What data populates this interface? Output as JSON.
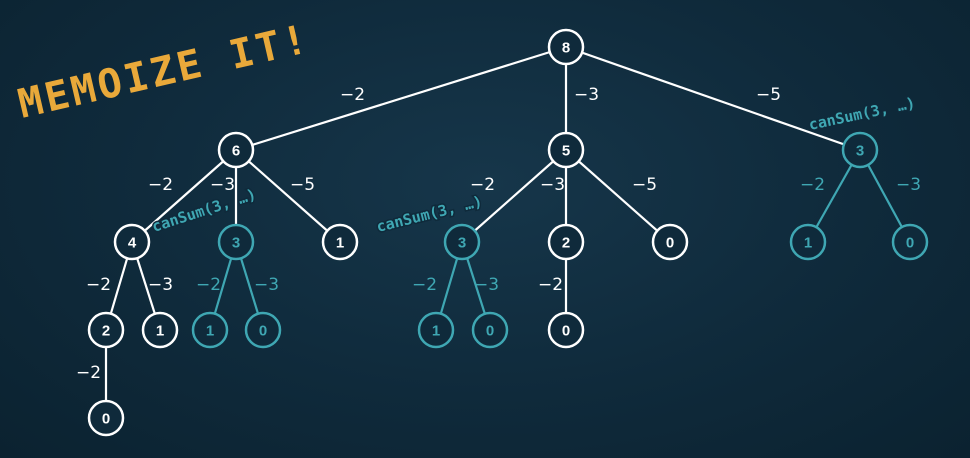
{
  "title": "MEMOIZE IT!",
  "colors": {
    "background": "#0f2a3b",
    "normal": "#ffffff",
    "memo": "#3fa7b3",
    "title": "#e9a93a"
  },
  "nodes": [
    {
      "id": "n8",
      "label": "8",
      "memo": false
    },
    {
      "id": "n6",
      "label": "6",
      "memo": false
    },
    {
      "id": "n5",
      "label": "5",
      "memo": false
    },
    {
      "id": "n3r",
      "label": "3",
      "memo": true
    },
    {
      "id": "n4",
      "label": "4",
      "memo": false
    },
    {
      "id": "n3a",
      "label": "3",
      "memo": true
    },
    {
      "id": "n1a",
      "label": "1",
      "memo": false
    },
    {
      "id": "n3b",
      "label": "3",
      "memo": true
    },
    {
      "id": "n2b",
      "label": "2",
      "memo": false
    },
    {
      "id": "n0b",
      "label": "0",
      "memo": false
    },
    {
      "id": "n1r",
      "label": "1",
      "memo": true
    },
    {
      "id": "n0r",
      "label": "0",
      "memo": true
    },
    {
      "id": "n2a",
      "label": "2",
      "memo": false
    },
    {
      "id": "n1c",
      "label": "1",
      "memo": false
    },
    {
      "id": "n1d",
      "label": "1",
      "memo": true
    },
    {
      "id": "n0d",
      "label": "0",
      "memo": true
    },
    {
      "id": "n1e",
      "label": "1",
      "memo": true
    },
    {
      "id": "n0e",
      "label": "0",
      "memo": true
    },
    {
      "id": "n0f",
      "label": "0",
      "memo": false
    },
    {
      "id": "n0g",
      "label": "0",
      "memo": false
    }
  ],
  "edges": [
    {
      "from": "n8",
      "to": "n6",
      "label": "−2",
      "memo": false
    },
    {
      "from": "n8",
      "to": "n5",
      "label": "−3",
      "memo": false
    },
    {
      "from": "n8",
      "to": "n3r",
      "label": "−5",
      "memo": false
    },
    {
      "from": "n6",
      "to": "n4",
      "label": "−2",
      "memo": false
    },
    {
      "from": "n6",
      "to": "n3a",
      "label": "−3",
      "memo": false
    },
    {
      "from": "n6",
      "to": "n1a",
      "label": "−5",
      "memo": false
    },
    {
      "from": "n5",
      "to": "n3b",
      "label": "−2",
      "memo": false
    },
    {
      "from": "n5",
      "to": "n2b",
      "label": "−3",
      "memo": false
    },
    {
      "from": "n5",
      "to": "n0b",
      "label": "−5",
      "memo": false
    },
    {
      "from": "n3r",
      "to": "n1r",
      "label": "−2",
      "memo": true
    },
    {
      "from": "n3r",
      "to": "n0r",
      "label": "−3",
      "memo": true
    },
    {
      "from": "n4",
      "to": "n2a",
      "label": "−2",
      "memo": false
    },
    {
      "from": "n4",
      "to": "n1c",
      "label": "−3",
      "memo": false
    },
    {
      "from": "n3a",
      "to": "n1d",
      "label": "−2",
      "memo": true
    },
    {
      "from": "n3a",
      "to": "n0d",
      "label": "−3",
      "memo": true
    },
    {
      "from": "n3b",
      "to": "n1e",
      "label": "−2",
      "memo": true
    },
    {
      "from": "n3b",
      "to": "n0e",
      "label": "−3",
      "memo": true
    },
    {
      "from": "n2b",
      "to": "n0f",
      "label": "−2",
      "memo": false
    },
    {
      "from": "n2a",
      "to": "n0g",
      "label": "−2",
      "memo": false
    }
  ],
  "memo_labels": [
    {
      "id": "m1",
      "text": "canSum(3, …)",
      "node": "n3a"
    },
    {
      "id": "m2",
      "text": "canSum(3, …)",
      "node": "n3b"
    },
    {
      "id": "m3",
      "text": "canSum(3, …)",
      "node": "n3r"
    }
  ]
}
